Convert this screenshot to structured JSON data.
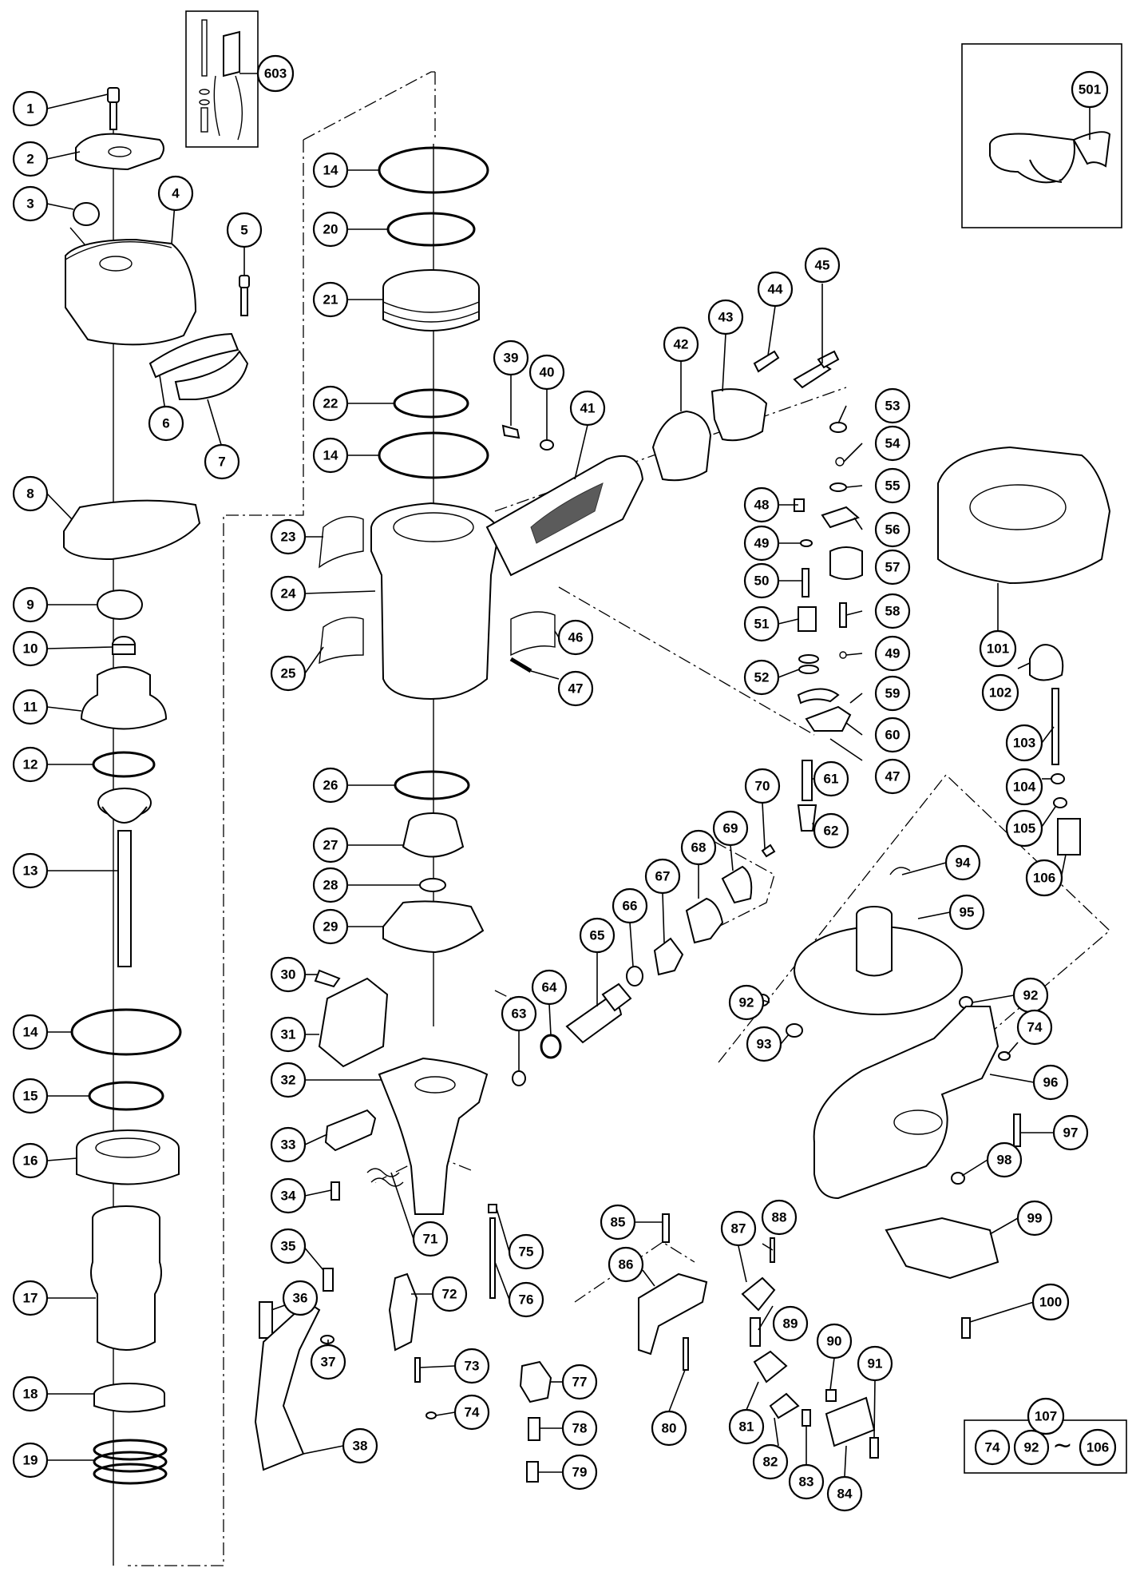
{
  "callouts": {
    "1": "1",
    "2": "2",
    "3": "3",
    "4": "4",
    "5": "5",
    "6": "6",
    "7": "7",
    "8": "8",
    "9": "9",
    "10": "10",
    "11": "11",
    "12": "12",
    "13": "13",
    "14": "14",
    "15": "15",
    "16": "16",
    "17": "17",
    "18": "18",
    "19": "19",
    "20": "20",
    "21": "21",
    "22": "22",
    "23": "23",
    "24": "24",
    "25": "25",
    "26": "26",
    "27": "27",
    "28": "28",
    "29": "29",
    "30": "30",
    "31": "31",
    "32": "32",
    "33": "33",
    "34": "34",
    "35": "35",
    "36": "36",
    "37": "37",
    "38": "38",
    "39": "39",
    "40": "40",
    "41": "41",
    "42": "42",
    "43": "43",
    "44": "44",
    "45": "45",
    "46": "46",
    "47": "47",
    "48": "48",
    "49": "49",
    "50": "50",
    "51": "51",
    "52": "52",
    "53": "53",
    "54": "54",
    "55": "55",
    "56": "56",
    "57": "57",
    "58": "58",
    "59": "59",
    "60": "60",
    "61": "61",
    "62": "62",
    "63": "63",
    "64": "64",
    "65": "65",
    "66": "66",
    "67": "67",
    "68": "68",
    "69": "69",
    "70": "70",
    "71": "71",
    "72": "72",
    "73": "73",
    "74": "74",
    "75": "75",
    "76": "76",
    "77": "77",
    "78": "78",
    "79": "79",
    "80": "80",
    "81": "81",
    "82": "82",
    "83": "83",
    "84": "84",
    "85": "85",
    "86": "86",
    "87": "87",
    "88": "88",
    "89": "89",
    "90": "90",
    "91": "91",
    "92": "92",
    "93": "93",
    "94": "94",
    "95": "95",
    "96": "96",
    "97": "97",
    "98": "98",
    "99": "99",
    "100": "100",
    "101": "101",
    "102": "102",
    "103": "103",
    "104": "104",
    "105": "105",
    "106": "106",
    "107": "107",
    "501": "501",
    "603": "603"
  },
  "kit": {
    "label": "107",
    "items": [
      "74",
      "92",
      "106"
    ],
    "range_symbol": "~"
  }
}
